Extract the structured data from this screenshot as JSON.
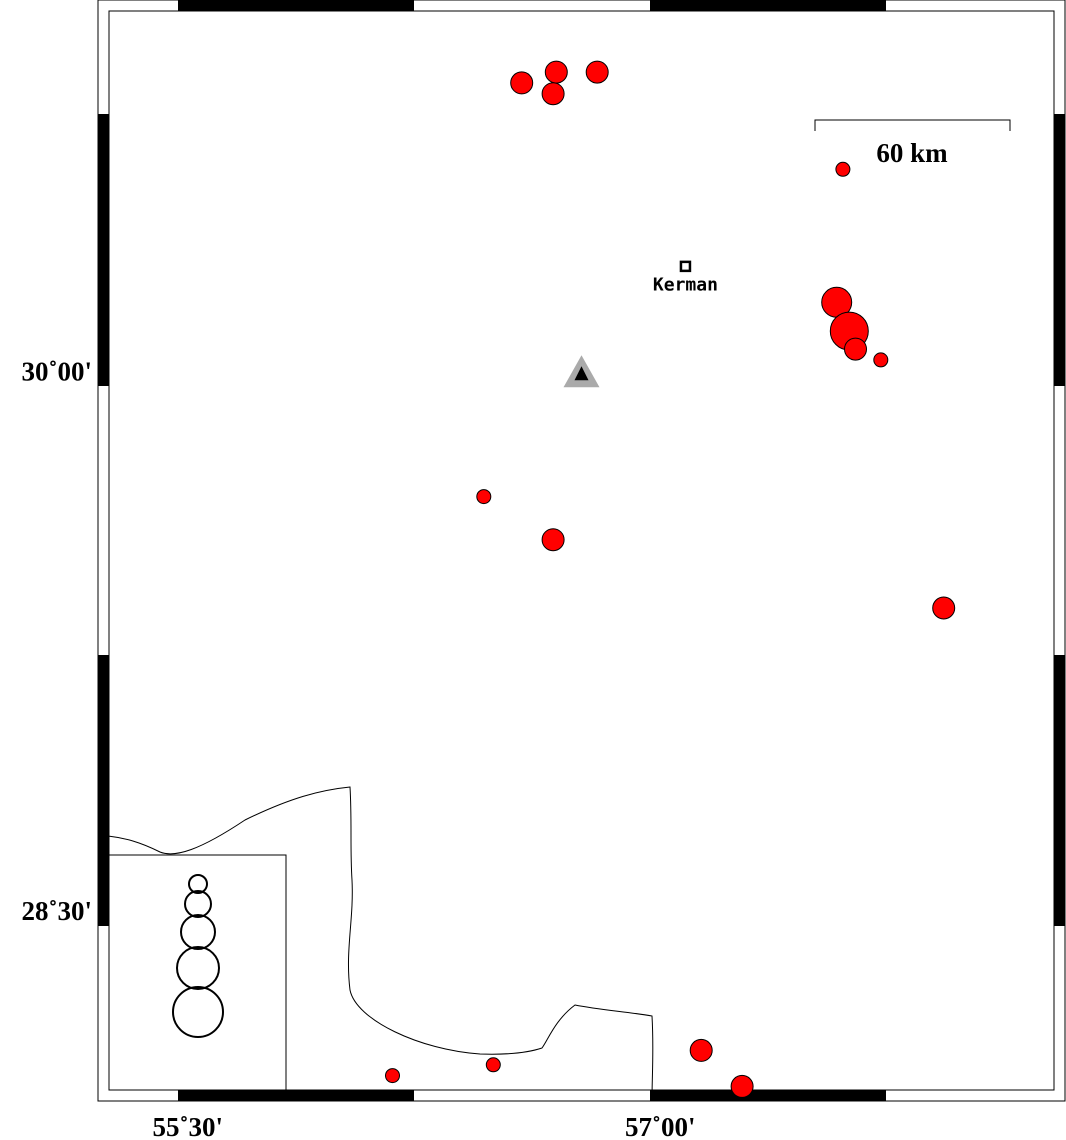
{
  "map": {
    "extent": {
      "lon_min": 55.25,
      "lon_max": 58.25,
      "lat_min": 28.0,
      "lat_max": 31.0
    },
    "ticks": {
      "x_labels": [
        {
          "lon": 55.5,
          "label": "55˚30'"
        },
        {
          "lon": 57.0,
          "label": "57˚00'"
        }
      ],
      "y_labels": [
        {
          "lat": 30.0,
          "label": "30˚00'"
        },
        {
          "lat": 28.5,
          "label": "28˚30'"
        }
      ]
    },
    "scale_bar": {
      "label": "60 km"
    },
    "city": {
      "name": "Kerman",
      "lon": 57.08,
      "lat": 30.29
    },
    "station": {
      "lon": 56.75,
      "lat": 29.99,
      "color": "#000000",
      "halo_color": "#aaaaaa"
    },
    "event_color": "#ff0000",
    "events": [
      {
        "lon": 56.56,
        "lat": 30.8,
        "size": 2
      },
      {
        "lon": 56.67,
        "lat": 30.83,
        "size": 2
      },
      {
        "lon": 56.66,
        "lat": 30.77,
        "size": 2
      },
      {
        "lon": 56.8,
        "lat": 30.83,
        "size": 2
      },
      {
        "lon": 57.58,
        "lat": 30.56,
        "size": 1
      },
      {
        "lon": 57.56,
        "lat": 30.19,
        "size": 3
      },
      {
        "lon": 57.6,
        "lat": 30.11,
        "size": 4
      },
      {
        "lon": 57.62,
        "lat": 30.06,
        "size": 2
      },
      {
        "lon": 57.7,
        "lat": 30.03,
        "size": 1
      },
      {
        "lon": 56.44,
        "lat": 29.65,
        "size": 1
      },
      {
        "lon": 56.66,
        "lat": 29.53,
        "size": 2
      },
      {
        "lon": 57.9,
        "lat": 29.34,
        "size": 2
      },
      {
        "lon": 56.15,
        "lat": 28.04,
        "size": 1
      },
      {
        "lon": 56.47,
        "lat": 28.07,
        "size": 1
      },
      {
        "lon": 57.13,
        "lat": 28.11,
        "size": 2
      },
      {
        "lon": 57.26,
        "lat": 28.01,
        "size": 2
      }
    ],
    "legend": {
      "sizes": [
        1,
        2,
        3,
        4,
        5
      ]
    }
  }
}
